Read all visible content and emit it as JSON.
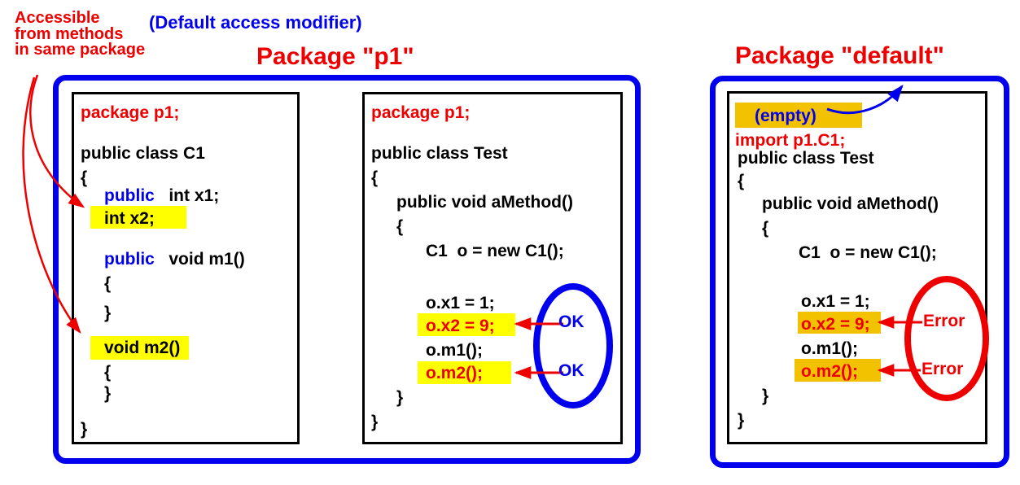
{
  "colors": {
    "red": "#EE0000",
    "blue": "#0000EE",
    "yellow": "#FFFF00",
    "gold": "#F2C100",
    "black": "#000000"
  },
  "annotations": {
    "accessible_note": {
      "line1": "Accessible",
      "line2": "from methods",
      "line3": "in same package"
    },
    "default_note": "(Default access modifier)"
  },
  "packages": [
    {
      "title": "Package \"p1\"",
      "results": {
        "r1": "OK",
        "r2": "OK"
      },
      "boxes": [
        {
          "name": "class-C1",
          "highlights": [
            {
              "l": 20,
              "t": 137,
              "w": 118,
              "h": 28,
              "color": "yellow"
            },
            {
              "l": 20,
              "t": 297,
              "w": 121,
              "h": 29,
              "color": "yellow"
            }
          ],
          "lines": [
            {
              "t": 10,
              "l": 8,
              "parts": [
                {
                  "t": "package p1;",
                  "c": "red"
                }
              ]
            },
            {
              "t": 60,
              "l": 8,
              "parts": [
                {
                  "t": "public class C1",
                  "c": "black"
                }
              ]
            },
            {
              "t": 90,
              "l": 8,
              "parts": [
                {
                  "t": "{",
                  "c": "black"
                }
              ]
            },
            {
              "t": 112,
              "l": 37,
              "parts": [
                {
                  "t": "public",
                  "c": "blue"
                },
                {
                  "t": "   int x1;",
                  "c": "black"
                }
              ]
            },
            {
              "t": 140,
              "l": 37,
              "parts": [
                {
                  "t": "int x2;",
                  "c": "black"
                }
              ]
            },
            {
              "t": 190,
              "l": 37,
              "parts": [
                {
                  "t": "public",
                  "c": "blue"
                },
                {
                  "t": "   void m1()",
                  "c": "black"
                }
              ]
            },
            {
              "t": 220,
              "l": 37,
              "parts": [
                {
                  "t": "{",
                  "c": "black"
                }
              ]
            },
            {
              "t": 256,
              "l": 37,
              "parts": [
                {
                  "t": "}",
                  "c": "black"
                }
              ]
            },
            {
              "t": 299,
              "l": 37,
              "parts": [
                {
                  "t": "void m2()",
                  "c": "black"
                }
              ]
            },
            {
              "t": 329,
              "l": 37,
              "parts": [
                {
                  "t": "{",
                  "c": "black"
                }
              ]
            },
            {
              "t": 355,
              "l": 37,
              "parts": [
                {
                  "t": "}",
                  "c": "black"
                }
              ]
            },
            {
              "t": 399,
              "l": 8,
              "parts": [
                {
                  "t": "}",
                  "c": "black"
                }
              ]
            }
          ]
        },
        {
          "name": "class-Test-p1",
          "highlights": [
            {
              "l": 65,
              "t": 269,
              "w": 120,
              "h": 28,
              "color": "yellow"
            },
            {
              "l": 65,
              "t": 328,
              "w": 115,
              "h": 28,
              "color": "yellow"
            }
          ],
          "lines": [
            {
              "t": 10,
              "l": 8,
              "parts": [
                {
                  "t": "package p1;",
                  "c": "red"
                }
              ]
            },
            {
              "t": 60,
              "l": 8,
              "parts": [
                {
                  "t": "public class Test",
                  "c": "black"
                }
              ]
            },
            {
              "t": 90,
              "l": 8,
              "parts": [
                {
                  "t": "{",
                  "c": "black"
                }
              ]
            },
            {
              "t": 120,
              "l": 39,
              "parts": [
                {
                  "t": "public void aMethod()",
                  "c": "black"
                }
              ]
            },
            {
              "t": 150,
              "l": 39,
              "parts": [
                {
                  "t": "{",
                  "c": "black"
                }
              ]
            },
            {
              "t": 180,
              "l": 75,
              "parts": [
                {
                  "t": "C1  o = new C1();",
                  "c": "black"
                }
              ]
            },
            {
              "t": 244,
              "l": 75,
              "parts": [
                {
                  "t": "o.x1 = 1;",
                  "c": "black"
                }
              ]
            },
            {
              "t": 272,
              "l": 75,
              "parts": [
                {
                  "t": "o.x2 = 9;",
                  "c": "red"
                }
              ]
            },
            {
              "t": 302,
              "l": 75,
              "parts": [
                {
                  "t": "o.m1();",
                  "c": "black"
                }
              ]
            },
            {
              "t": 330,
              "l": 75,
              "parts": [
                {
                  "t": "o.m2();",
                  "c": "red"
                }
              ]
            },
            {
              "t": 360,
              "l": 39,
              "parts": [
                {
                  "t": "}",
                  "c": "black"
                }
              ]
            },
            {
              "t": 390,
              "l": 8,
              "parts": [
                {
                  "t": "}",
                  "c": "black"
                }
              ]
            }
          ]
        }
      ]
    },
    {
      "title": "Package \"default\"",
      "results": {
        "r1": "Error",
        "r2": "Error"
      },
      "boxes": [
        {
          "name": "class-Test-default",
          "highlights": [
            {
              "l": 7,
              "t": 11,
              "w": 156,
              "h": 31,
              "color": "gold"
            },
            {
              "l": 84,
              "t": 268,
              "w": 102,
              "h": 27,
              "color": "gold"
            },
            {
              "l": 80,
              "t": 326,
              "w": 106,
              "h": 28,
              "color": "gold"
            }
          ],
          "lines": [
            {
              "t": 15,
              "l": 31,
              "parts": [
                {
                  "t": "(empty)",
                  "c": "blue"
                }
              ]
            },
            {
              "t": 45,
              "l": 7,
              "parts": [
                {
                  "t": "import p1.C1;",
                  "c": "red"
                }
              ]
            },
            {
              "t": 67,
              "l": 10,
              "parts": [
                {
                  "t": "public class Test",
                  "c": "black"
                }
              ]
            },
            {
              "t": 95,
              "l": 10,
              "parts": [
                {
                  "t": "{",
                  "c": "black"
                }
              ]
            },
            {
              "t": 123,
              "l": 40,
              "parts": [
                {
                  "t": "public void aMethod()",
                  "c": "black"
                }
              ]
            },
            {
              "t": 153,
              "l": 40,
              "parts": [
                {
                  "t": "{",
                  "c": "black"
                }
              ]
            },
            {
              "t": 183,
              "l": 85,
              "parts": [
                {
                  "t": "C1  o = new C1();",
                  "c": "black"
                }
              ]
            },
            {
              "t": 243,
              "l": 88,
              "parts": [
                {
                  "t": "o.x1 = 1;",
                  "c": "black"
                }
              ]
            },
            {
              "t": 271,
              "l": 88,
              "parts": [
                {
                  "t": "o.x2 = 9;",
                  "c": "red"
                }
              ]
            },
            {
              "t": 301,
              "l": 88,
              "parts": [
                {
                  "t": "o.m1();",
                  "c": "black"
                }
              ]
            },
            {
              "t": 329,
              "l": 88,
              "parts": [
                {
                  "t": "o.m2();",
                  "c": "red"
                }
              ]
            },
            {
              "t": 359,
              "l": 40,
              "parts": [
                {
                  "t": "}",
                  "c": "black"
                }
              ]
            },
            {
              "t": 389,
              "l": 10,
              "parts": [
                {
                  "t": "}",
                  "c": "black"
                }
              ]
            }
          ]
        }
      ]
    }
  ]
}
